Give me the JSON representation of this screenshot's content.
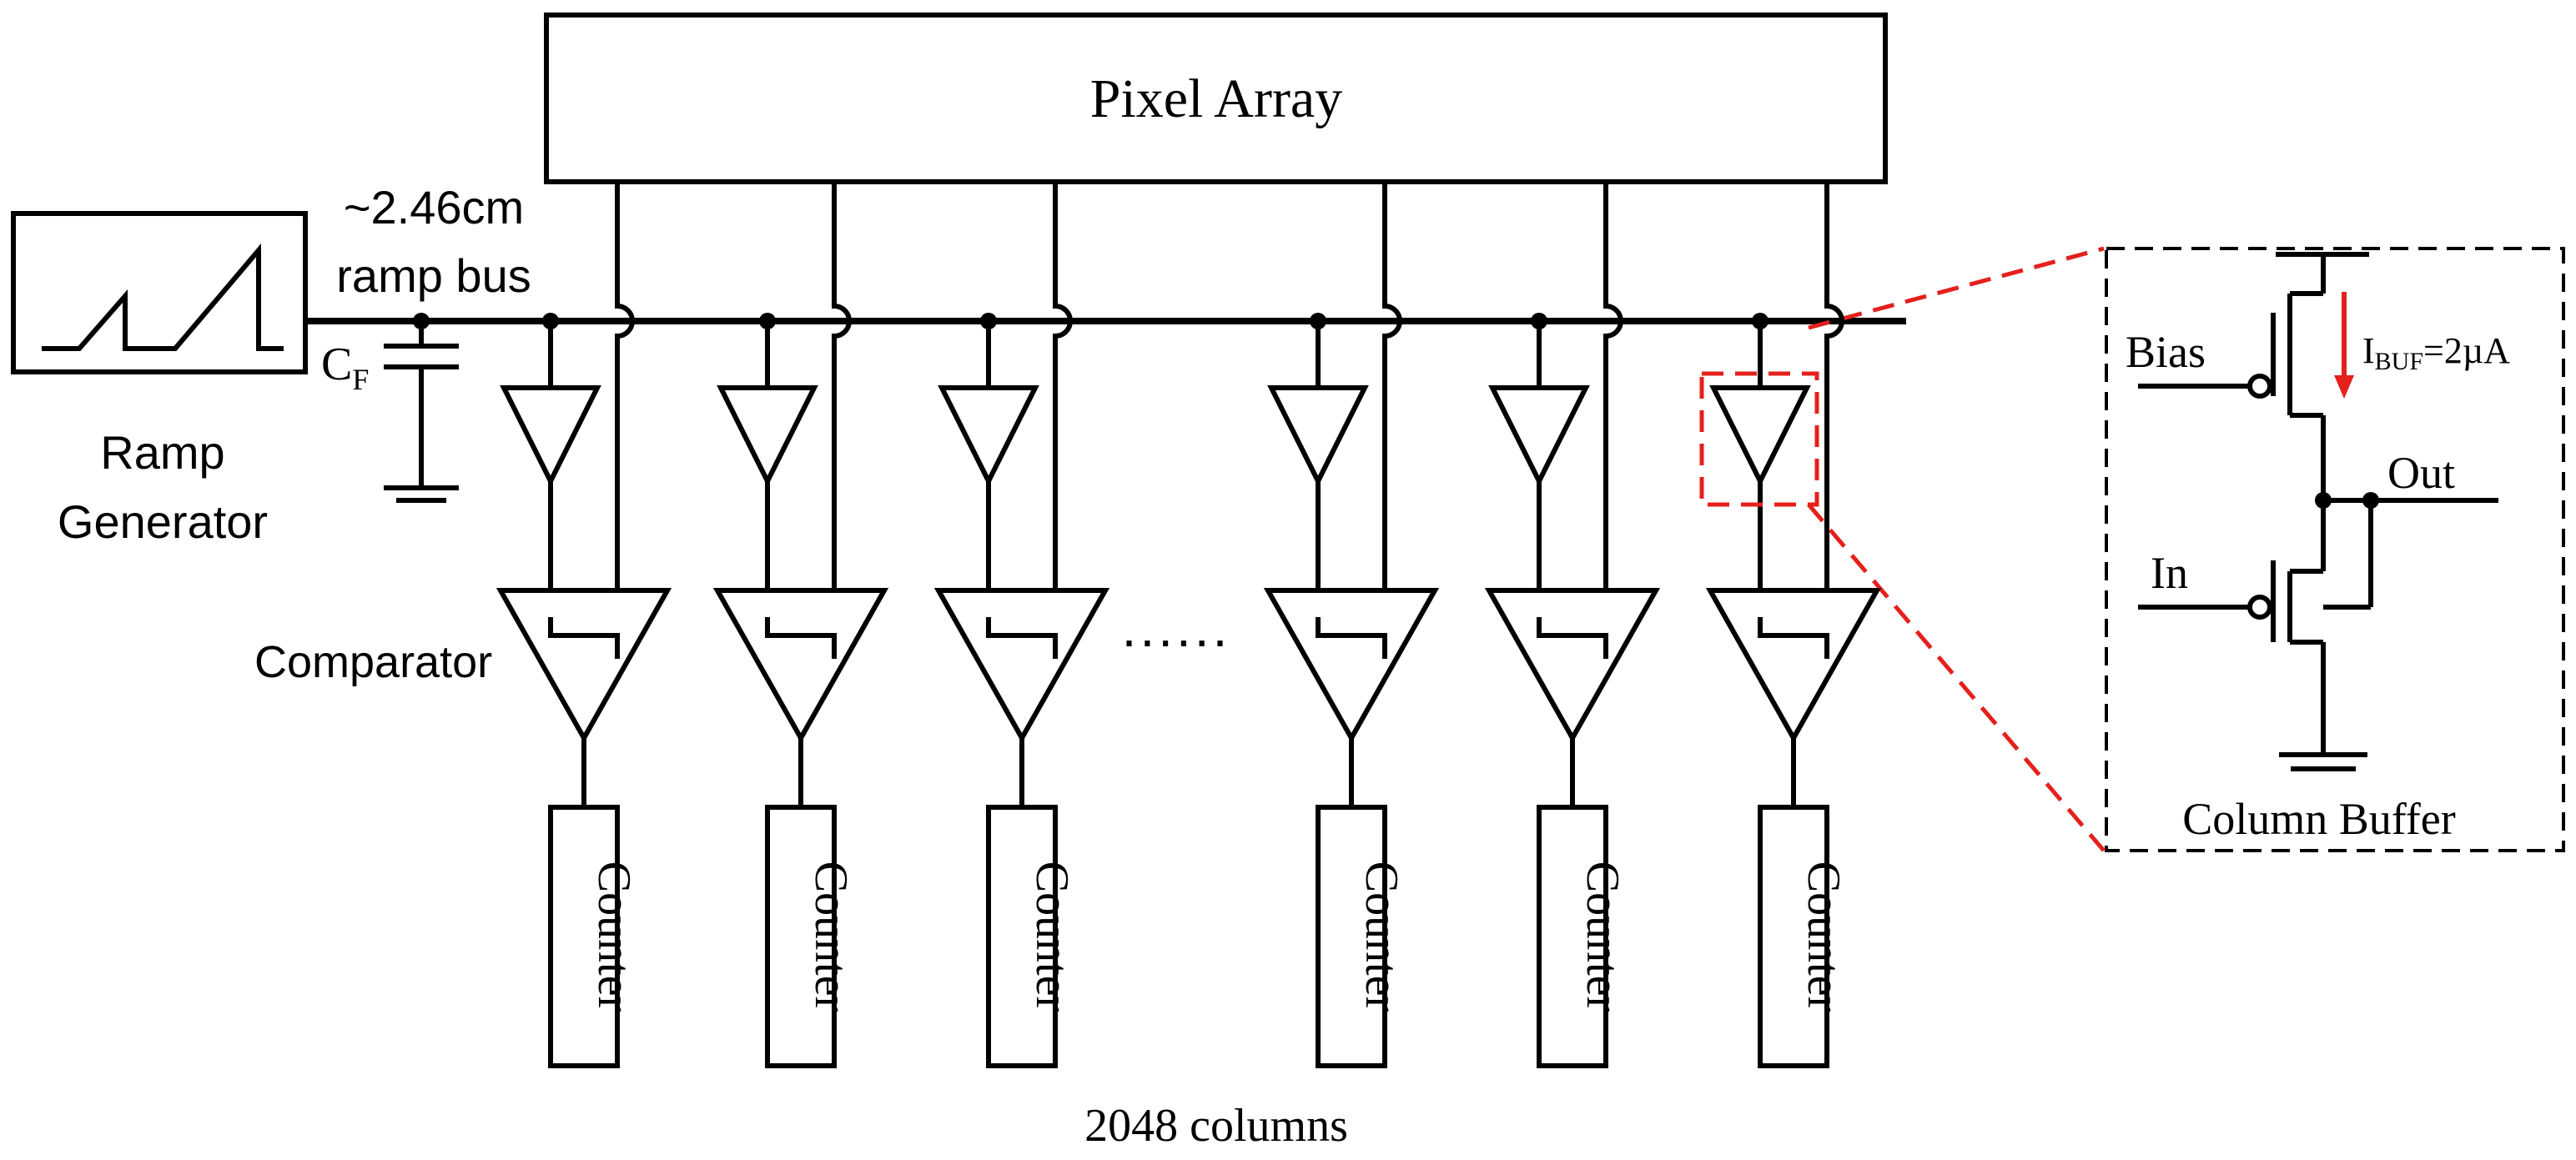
{
  "pixel_array_label": "Pixel Array",
  "ramp_bus_length": "~2.46cm",
  "ramp_bus_label": "ramp bus",
  "cap_label_main": "C",
  "cap_label_sub": "F",
  "ramp_generator_line1": "Ramp",
  "ramp_generator_line2": "Generator",
  "comparator_label": "Comparator",
  "ellipsis": "......",
  "counter_label": "Counter",
  "columns_label": "2048 columns",
  "column_buffer": {
    "title": "Column Buffer",
    "bias_label": "Bias",
    "in_label": "In",
    "out_label": "Out",
    "current_main": "I",
    "current_sub": "BUF",
    "current_value": "=2µA"
  },
  "colors": {
    "highlight": "#e4201c",
    "line": "#000000"
  }
}
